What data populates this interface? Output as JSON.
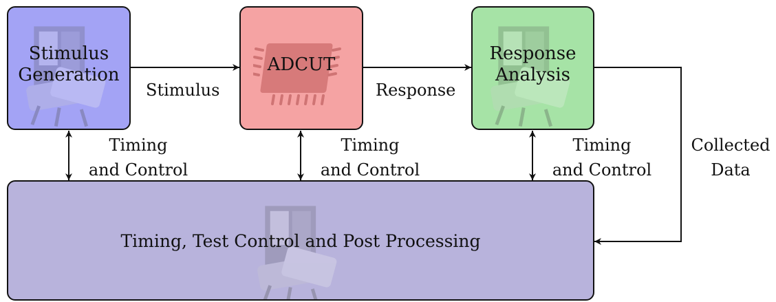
{
  "blocks": {
    "stimulus_generation": {
      "label_line1": "Stimulus",
      "label_line2": "Generation",
      "color": "#a3a3f5"
    },
    "adcut": {
      "label": "ADCUT",
      "color": "#f5a3a3"
    },
    "response_analysis": {
      "label_line1": "Response",
      "label_line2": "Analysis",
      "color": "#a6e3a6"
    },
    "post_processing": {
      "label": "Timing, Test Control and Post Processing",
      "color": "#b8b3dc"
    }
  },
  "edges": {
    "stimulus": "Stimulus",
    "response": "Response",
    "collected_line1": "Collected",
    "collected_line2": "Data",
    "timing_line1": "Timing",
    "timing_line2": "and Control"
  },
  "icons": {
    "equipment": "test-equipment-icon",
    "chip": "ic-chip-icon"
  }
}
